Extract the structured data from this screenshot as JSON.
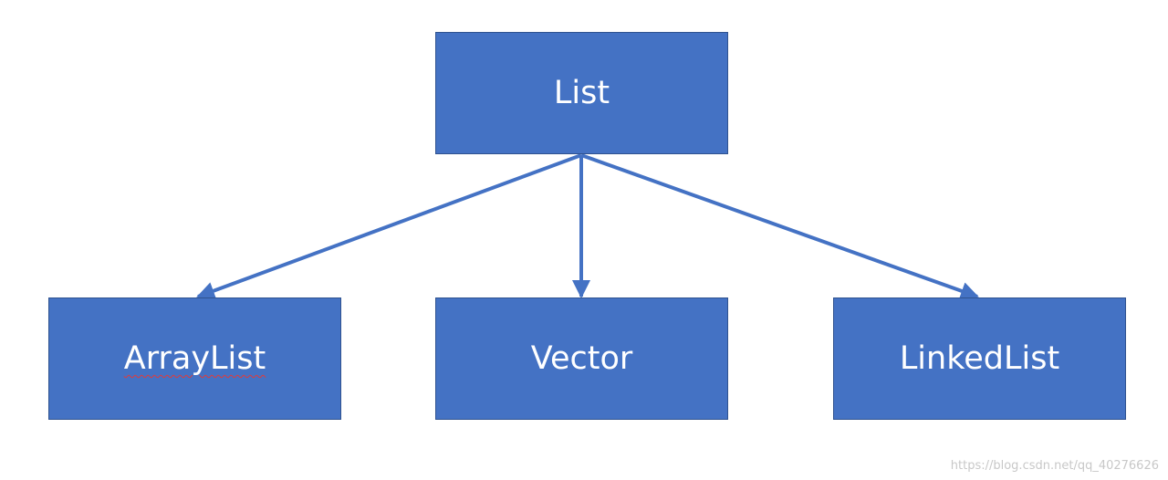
{
  "diagram": {
    "root": {
      "label": "List"
    },
    "children": [
      {
        "label": "ArrayList"
      },
      {
        "label": "Vector"
      },
      {
        "label": "LinkedList"
      }
    ],
    "colors": {
      "node_fill": "#4472c4",
      "node_border": "#2f528f",
      "arrow": "#4472c4",
      "text": "#ffffff"
    }
  },
  "watermark": "https://blog.csdn.net/qq_40276626"
}
